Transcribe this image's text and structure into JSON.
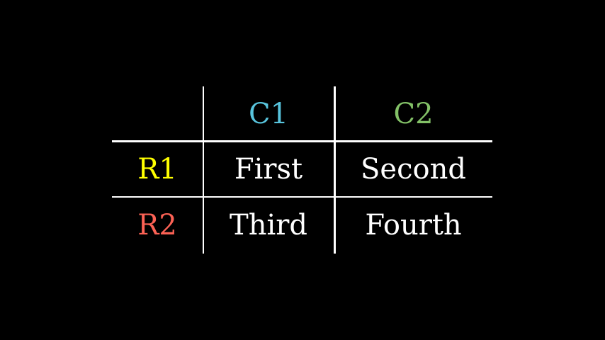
{
  "canvas": {
    "background": "#000000"
  },
  "chart_data": {
    "type": "table",
    "title": "",
    "columns": [
      "C1",
      "C2"
    ],
    "row_labels": [
      "R1",
      "R2"
    ],
    "cells": [
      [
        "First",
        "Second"
      ],
      [
        "Third",
        "Fourth"
      ]
    ],
    "layout": {
      "background": "#000000",
      "grid_line_color": "#FFFFFF",
      "outer_border": "none",
      "legend": "none"
    }
  },
  "table": {
    "text_color": "#FFFFFF",
    "line_color": "#FFFFFF",
    "corner_label": "",
    "col_headers": [
      {
        "label": "C1",
        "color": "#58C4DD"
      },
      {
        "label": "C2",
        "color": "#83C167"
      }
    ],
    "rows": [
      {
        "label": "R1",
        "label_color": "#FFFF00",
        "cells": [
          {
            "text": "First"
          },
          {
            "text": "Second"
          }
        ]
      },
      {
        "label": "R2",
        "label_color": "#FC6255",
        "cells": [
          {
            "text": "Third"
          },
          {
            "text": "Fourth"
          }
        ]
      }
    ]
  }
}
